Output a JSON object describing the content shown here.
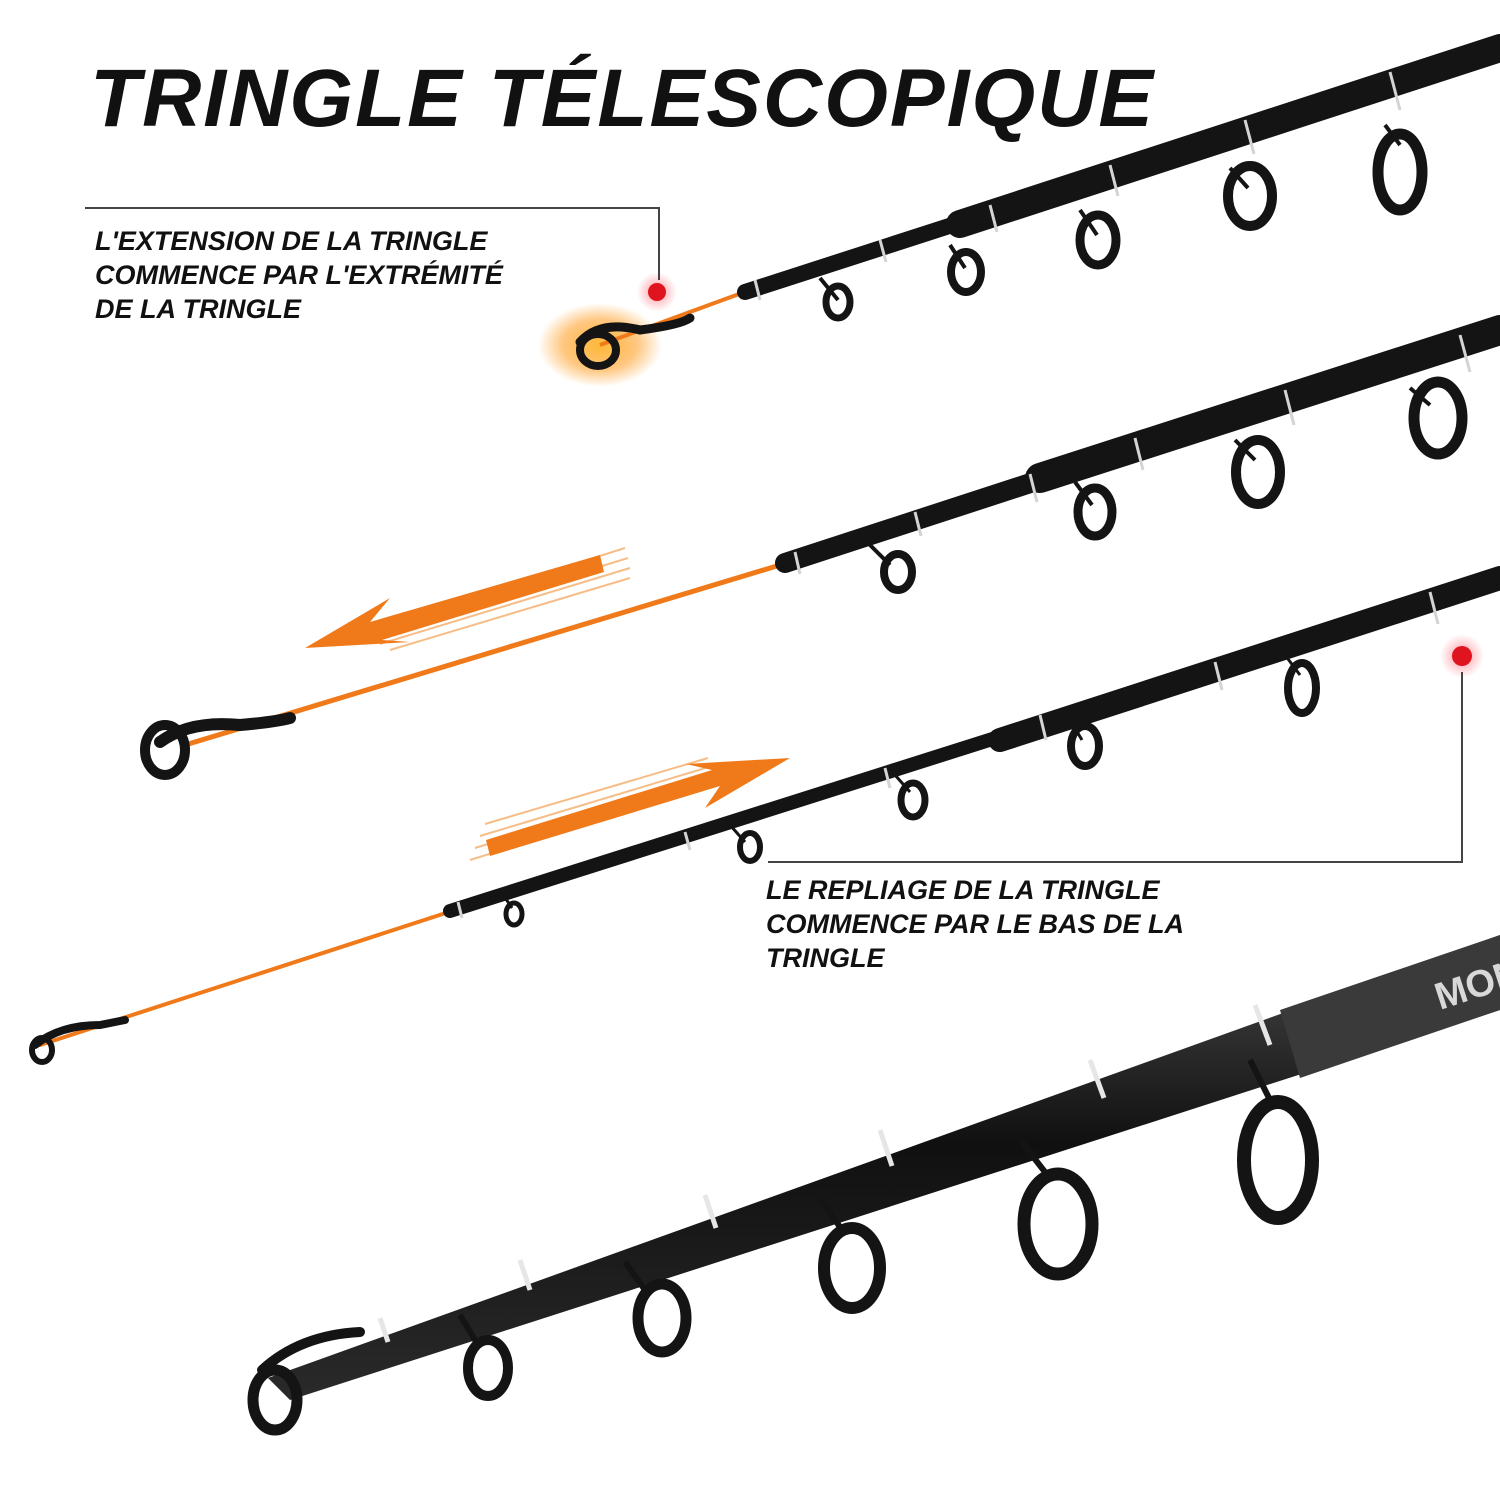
{
  "title": "TRINGLE TÉLESCOPIQUE",
  "callouts": {
    "extension": {
      "lines": [
        "L'EXTENSION DE LA TRINGLE",
        "COMMENCE PAR L'EXTRÉMITÉ",
        "DE LA TRINGLE"
      ]
    },
    "folding": {
      "lines": [
        "LE REPLIAGE DE LA TRINGLE",
        "COMMENCE PAR LE BAS DE LA",
        "TRINGLE"
      ]
    }
  },
  "rod_branding": "MON",
  "colors": {
    "rod_black": "#141414",
    "rod_tip_orange": "#f07a1a",
    "marker_red": "#e0141e",
    "arrow_orange": "#f07a1a",
    "callout_line": "#444444",
    "silver_band": "#cfcfcf"
  },
  "icons": {
    "extend_arrow": "arrow-left-icon",
    "retract_arrow": "arrow-right-icon",
    "marker": "red-dot-marker-icon"
  }
}
